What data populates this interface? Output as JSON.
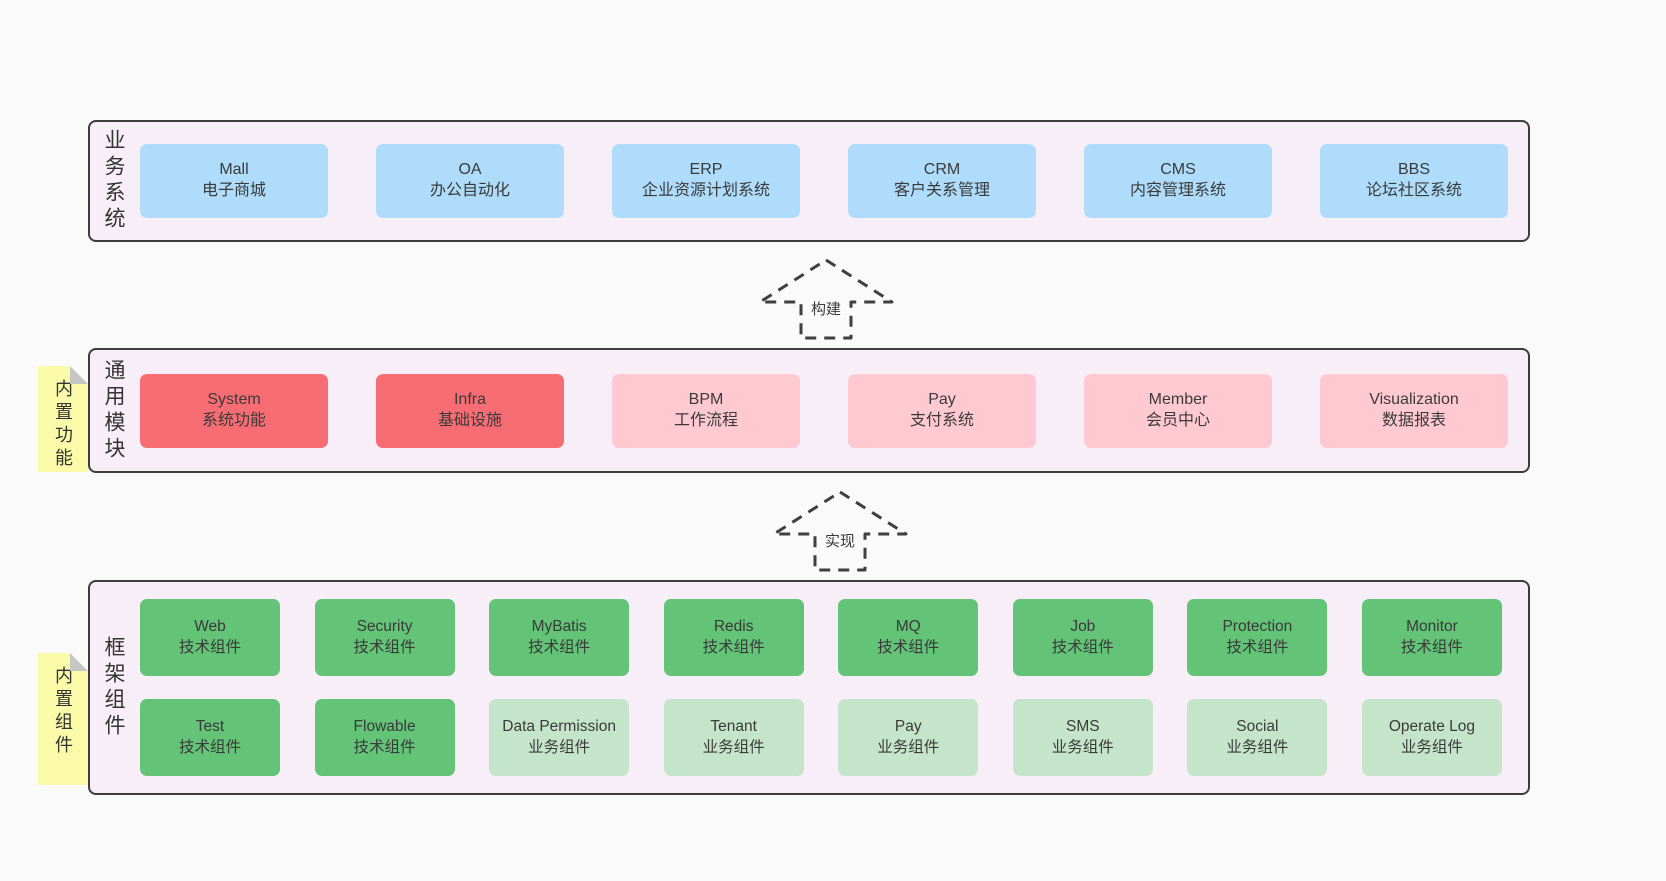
{
  "colors": {
    "page_background": "#fafafa",
    "band_fill": "#f8eef7",
    "band_border": "#3d3d3d",
    "box_blue": "#aedcfa",
    "box_red": "#f76d73",
    "box_pink": "#ffc9d2",
    "box_green": "#63c377",
    "box_light_green": "#c5e5ca",
    "note_yellow": "#fafaa9"
  },
  "arrows": [
    {
      "label": "构建"
    },
    {
      "label": "实现"
    }
  ],
  "bands": [
    {
      "label": "业务系统",
      "boxes": [
        {
          "title": "Mall",
          "subtitle": "电子商城",
          "variant": "blue"
        },
        {
          "title": "OA",
          "subtitle": "办公自动化",
          "variant": "blue"
        },
        {
          "title": "ERP",
          "subtitle": "企业资源计划系统",
          "variant": "blue"
        },
        {
          "title": "CRM",
          "subtitle": "客户关系管理",
          "variant": "blue"
        },
        {
          "title": "CMS",
          "subtitle": "内容管理系统",
          "variant": "blue"
        },
        {
          "title": "BBS",
          "subtitle": "论坛社区系统",
          "variant": "blue"
        }
      ]
    },
    {
      "label": "通用模块",
      "note": "内置功能",
      "boxes": [
        {
          "title": "System",
          "subtitle": "系统功能",
          "variant": "red"
        },
        {
          "title": "Infra",
          "subtitle": "基础设施",
          "variant": "red"
        },
        {
          "title": "BPM",
          "subtitle": "工作流程",
          "variant": "pink"
        },
        {
          "title": "Pay",
          "subtitle": "支付系统",
          "variant": "pink"
        },
        {
          "title": "Member",
          "subtitle": "会员中心",
          "variant": "pink"
        },
        {
          "title": "Visualization",
          "subtitle": "数据报表",
          "variant": "pink"
        }
      ]
    },
    {
      "label": "框架组件",
      "note": "内置组件",
      "rows": [
        [
          {
            "title": "Web",
            "subtitle": "技术组件",
            "variant": "green"
          },
          {
            "title": "Security",
            "subtitle": "技术组件",
            "variant": "green"
          },
          {
            "title": "MyBatis",
            "subtitle": "技术组件",
            "variant": "green"
          },
          {
            "title": "Redis",
            "subtitle": "技术组件",
            "variant": "green"
          },
          {
            "title": "MQ",
            "subtitle": "技术组件",
            "variant": "green"
          },
          {
            "title": "Job",
            "subtitle": "技术组件",
            "variant": "green"
          },
          {
            "title": "Protection",
            "subtitle": "技术组件",
            "variant": "green"
          },
          {
            "title": "Monitor",
            "subtitle": "技术组件",
            "variant": "green"
          }
        ],
        [
          {
            "title": "Test",
            "subtitle": "技术组件",
            "variant": "green"
          },
          {
            "title": "Flowable",
            "subtitle": "技术组件",
            "variant": "green"
          },
          {
            "title": "Data Permission",
            "subtitle": "业务组件",
            "variant": "lightgreen"
          },
          {
            "title": "Tenant",
            "subtitle": "业务组件",
            "variant": "lightgreen"
          },
          {
            "title": "Pay",
            "subtitle": "业务组件",
            "variant": "lightgreen"
          },
          {
            "title": "SMS",
            "subtitle": "业务组件",
            "variant": "lightgreen"
          },
          {
            "title": "Social",
            "subtitle": "业务组件",
            "variant": "lightgreen"
          },
          {
            "title": "Operate Log",
            "subtitle": "业务组件",
            "variant": "lightgreen"
          }
        ]
      ]
    }
  ]
}
